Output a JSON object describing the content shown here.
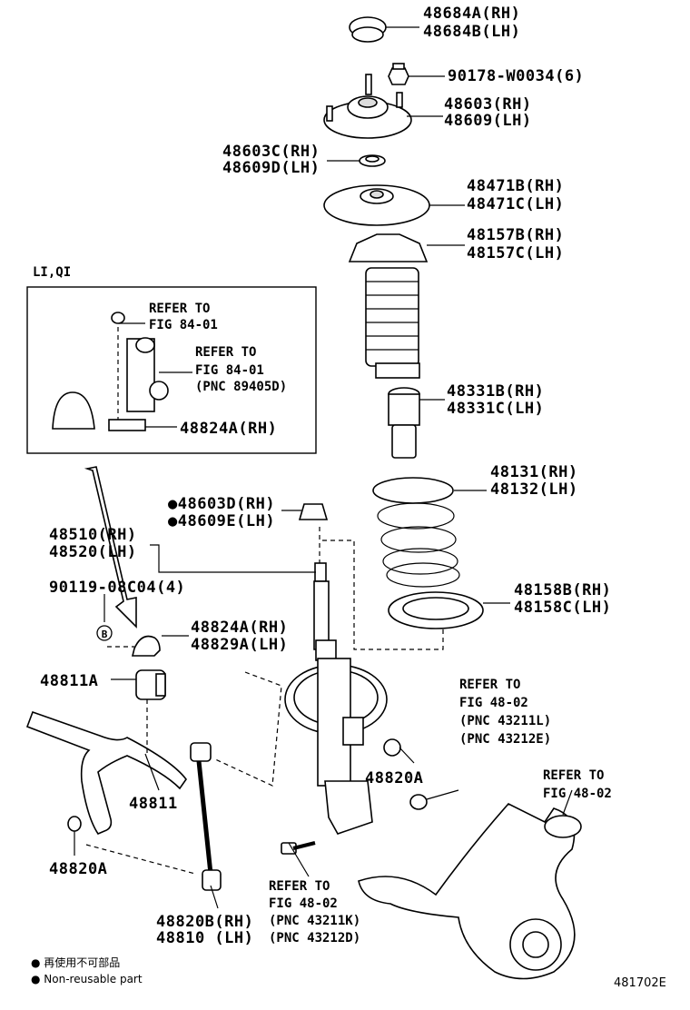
{
  "callouts": {
    "c48684": [
      "48684A(RH)",
      "48684B(LH)"
    ],
    "c90178": [
      "90178-W0034(6)"
    ],
    "c48603": [
      "48603(RH)",
      "48609(LH)"
    ],
    "c48603c": [
      "48603C(RH)",
      "48609D(LH)"
    ],
    "c48471": [
      "48471B(RH)",
      "48471C(LH)"
    ],
    "c48157": [
      "48157B(RH)",
      "48157C(LH)"
    ],
    "c48331": [
      "48331B(RH)",
      "48331C(LH)"
    ],
    "c48131": [
      "48131(RH)",
      "48132(LH)"
    ],
    "c48603d": [
      "●48603D(RH)",
      "●48609E(LH)"
    ],
    "c48510": [
      "48510(RH)",
      "48520(LH)"
    ],
    "c90119": [
      "90119-08C04(4)"
    ],
    "c48158": [
      "48158B(RH)",
      "48158C(LH)"
    ],
    "c48824b": [
      "48824A(RH)",
      "48829A(LH)"
    ],
    "c48811a": [
      "48811A"
    ],
    "c48811": [
      "48811"
    ],
    "c48820a_l": [
      "48820A"
    ],
    "c48820a_r": [
      "48820A"
    ],
    "c48820b": [
      "48820B(RH)",
      "48810 (LH)"
    ]
  },
  "inset": {
    "title": "LI,QI",
    "refer1": [
      "REFER TO",
      "FIG 84-01"
    ],
    "refer2": [
      "REFER TO",
      "FIG 84-01",
      "(PNC 89405D)"
    ],
    "part": "48824A(RH)"
  },
  "refers": {
    "r4802a": [
      "REFER TO",
      "FIG 48-02",
      "(PNC 43211L)",
      "(PNC 43212E)"
    ],
    "r4802b": [
      "REFER TO",
      "FIG 48-02"
    ],
    "r4802c": [
      "REFER TO",
      "FIG 48-02",
      "(PNC 43211K)",
      "(PNC 43212D)"
    ]
  },
  "marker_b": "B",
  "legend": {
    "line1": "● 再使用不可部品",
    "line2": "● Non-reusable part"
  },
  "figure_id": "481702E"
}
